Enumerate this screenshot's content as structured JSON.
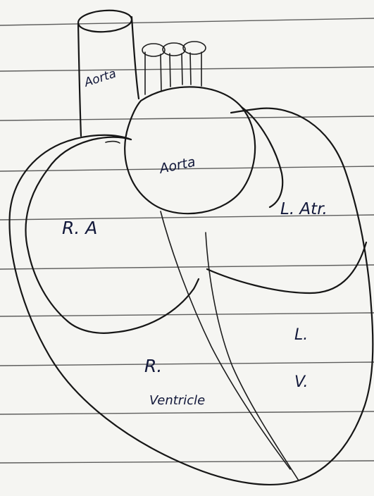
{
  "labels": {
    "vessel_scribble": "Aorta",
    "aorta": "Aorta",
    "right_atrium": "R. A",
    "left_atrium": "L. Atr.",
    "right_ventricle_r": "R.",
    "right_ventricle_word": "Ventricle",
    "left_ventricle_l": "L.",
    "left_ventricle_v": "V."
  },
  "colors": {
    "paper": "#f5f5f2",
    "ink": "#161616",
    "label_ink": "#12183a"
  }
}
